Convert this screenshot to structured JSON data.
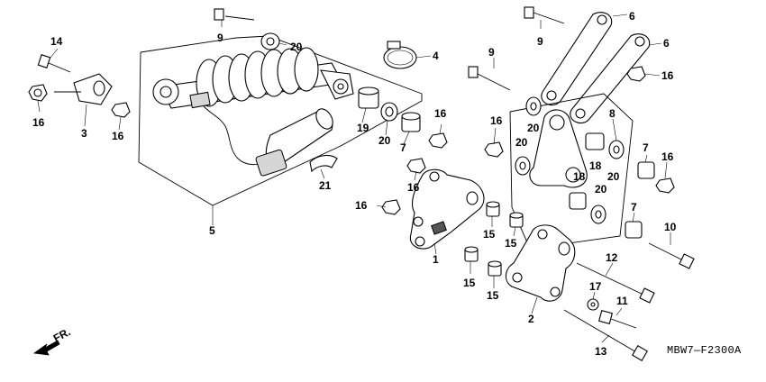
{
  "diagram": {
    "code": "MBW7—F2300A",
    "direction": "FR.",
    "labels": {
      "l1": "1",
      "l2": "2",
      "l3": "3",
      "l4": "4",
      "l5": "5",
      "l6a": "6",
      "l6b": "6",
      "l7a": "7",
      "l7b": "7",
      "l7c": "7",
      "l8": "8",
      "l9a": "9",
      "l9b": "9",
      "l9c": "9",
      "l10": "10",
      "l11": "11",
      "l12": "12",
      "l13": "13",
      "l14": "14",
      "l15a": "15",
      "l15b": "15",
      "l15c": "15",
      "l15d": "15",
      "l16a": "16",
      "l16b": "16",
      "l16c": "16",
      "l16d": "16",
      "l16e": "16",
      "l16f": "16",
      "l16g": "16",
      "l16h": "16",
      "l17": "17",
      "l18a": "18",
      "l18b": "18",
      "l19": "19",
      "l20a": "20",
      "l20b": "20",
      "l20c": "20",
      "l20d": "20",
      "l20e": "20",
      "l20f": "20",
      "l21": "21"
    }
  }
}
